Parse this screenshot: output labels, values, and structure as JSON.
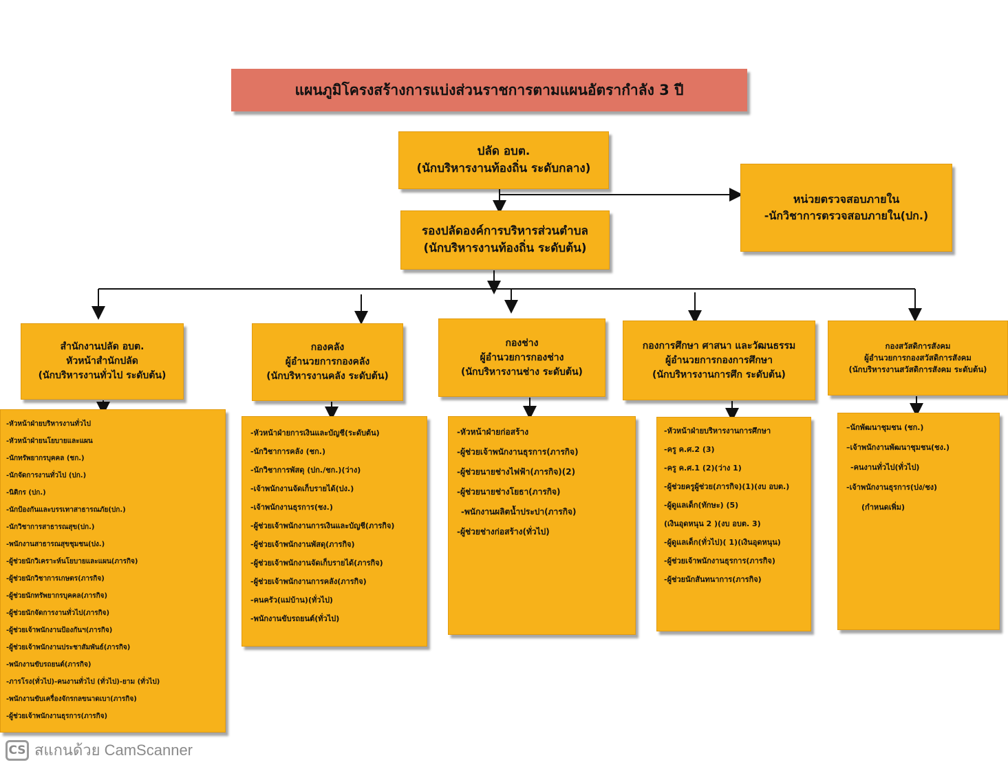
{
  "title": "แผนภูมิโครงสร้างการแบ่งส่วนราชการตามแผนอัตรากำลัง 3 ปี",
  "top": {
    "line1": "ปลัด อบต.",
    "line2": "(นักบริหารงานท้องถิ่น ระดับกลาง)"
  },
  "audit": {
    "line1": "หน่วยตรวจสอบภายใน",
    "line2": "-นักวิชาการตรวจสอบภายใน(ปก.)"
  },
  "deputy": {
    "line1": "รองปลัดองค์การบริหารส่วนตำบล",
    "line2": "(นักบริหารงานท้องถิ่น ระดับต้น)"
  },
  "departments": [
    {
      "name": "สำนักงานปลัด อบต.",
      "head": "หัวหน้าสำนักปลัด",
      "level": "(นักบริหารงานทั่วไป ระดับต้น)",
      "staff": [
        "-หัวหน้าฝ่ายบริหารงานทั่วไป",
        "-หัวหน้าฝ่ายนโยบายและแผน",
        "-นักทรัพยากรบุคคล (ชก.)",
        "-นักจัดการงานทั่วไป (ปก.)",
        "-นิติกร (ปก.)",
        "-นักป้องกันและบรรเทาสาธารณภัย(ปก.)",
        "-นักวิชาการสาธารณสุข(ปก.)",
        "-พนักงานสาธารณสุขชุมชน(ปง.)",
        "-ผู้ช่วยนักวิเคราะห์นโยบายและแผน(ภารกิจ)",
        "-ผู้ช่วยนักวิชาการเกษตร(ภารกิจ)",
        "-ผู้ช่วยนักทรัพยากรบุคคล(ภารกิจ)",
        "-ผู้ช่วยนักจัดการงานทั่วไป(ภารกิจ)",
        "-ผู้ช่วยเจ้าพนักงานป้องกันฯ(ภารกิจ)",
        "-ผู้ช่วยเจ้าพนักงานประชาสัมพันธ์(ภารกิจ)",
        "-พนักงานขับรถยนต์(ภารกิจ)",
        "-ภารโรง(ทั่วไป)-คนงานทั่วไป (ทั่วไป)-ยาม (ทั่วไป)",
        "-พนักงานขับเครื่องจักรกลขนาดเบา(ภารกิจ)",
        "-ผู้ช่วยเจ้าพนักงานธุรการ(ภารกิจ)"
      ]
    },
    {
      "name": "กองคลัง",
      "head": "ผู้อำนวยการกองคลัง",
      "level": "(นักบริหารงานคลัง ระดับต้น)",
      "staff": [
        "-หัวหน้าฝ่ายการเงินและบัญชี(ระดับต้น)",
        "-นักวิชาการคลัง (ชก.)",
        "-นักวิชาการพัสดุ (ปก./ชก.)(ว่าง)",
        "-เจ้าพนักงานจัดเก็บรายได้(ปง.)",
        "-เจ้าพนักงานธุรการ(ชง.)",
        "-ผู้ช่วยเจ้าพนักงานการเงินและบัญชี(ภารกิจ)",
        "-ผู้ช่วยเจ้าพนักงานพัสดุ(ภารกิจ)",
        "-ผู้ช่วยเจ้าพนักงานจัดเก็บรายได้(ภารกิจ)",
        "-ผู้ช่วยเจ้าพนักงานการคลัง(ภารกิจ)",
        "-คนครัว(แม่บ้าน)(ทั่วไป)",
        "-พนักงานขับรถยนต์(ทั่วไป)"
      ]
    },
    {
      "name": "กองช่าง",
      "head": "ผู้อำนวยการกองช่าง",
      "level": "(นักบริหารงานช่าง ระดับต้น)",
      "staff": [
        "-หัวหน้าฝ่ายก่อสร้าง",
        "-ผู้ช่วยเจ้าพนักงานธุรการ(ภารกิจ)",
        "-ผู้ช่วยนายช่างไฟฟ้า(ภารกิจ)(2)",
        "-ผู้ช่วยนายช่างโยธา(ภารกิจ)",
        "-พนักงานผลิตน้ำประปา(ภารกิจ)",
        "-ผู้ช่วยช่างก่อสร้าง(ทั่วไป)"
      ]
    },
    {
      "name": "กองการศึกษา ศาสนา และวัฒนธรรม",
      "head": "ผู้อำนวยการกองการศึกษา",
      "level": "(นักบริหารงานการศึก ระดับต้น)",
      "staff": [
        "-หัวหน้าฝ่ายบริหารงานการศึกษา",
        "-ครู ค.ศ.2 (3)",
        "-ครู ค.ศ.1 (2)(ว่าง 1)",
        "-ผู้ช่วยครูผู้ช่วย(ภารกิจ)(1)(งบ อบต.)",
        "-ผู้ดูแลเด็ก(ทักษะ) (5)",
        "(เงินอุดหนุน 2 )(งบ อบต. 3)",
        "-ผู้ดูแลเด็ก(ทั่วไป)( 1)(เงินอุดหนุน)",
        "-ผู้ช่วยเจ้าพนักงานธุรการ(ภารกิจ)",
        "-ผู้ช่วยนักสันทนาการ(ภารกิจ)"
      ]
    },
    {
      "name": "กองสวัสดิการสังคม",
      "head": "ผู้อำนวยการกองสวัสดิการสังคม",
      "level": "(นักบริหารงานสวัสดิการสังคม ระดับต้น)",
      "staff": [
        "–นักพัฒนาชุมชน (ชก.)",
        "–เจ้าพนักงานพัฒนาชุมชน(ชง.)",
        "-คนงานทั่วไป(ทั่วไป)",
        "-เจ้าพนักงานธุรการ(ปง/ชง)",
        "(กำหนดเพิ่ม)"
      ]
    }
  ],
  "footer": {
    "logo": "CS",
    "text": "สแกนด้วย CamScanner"
  }
}
